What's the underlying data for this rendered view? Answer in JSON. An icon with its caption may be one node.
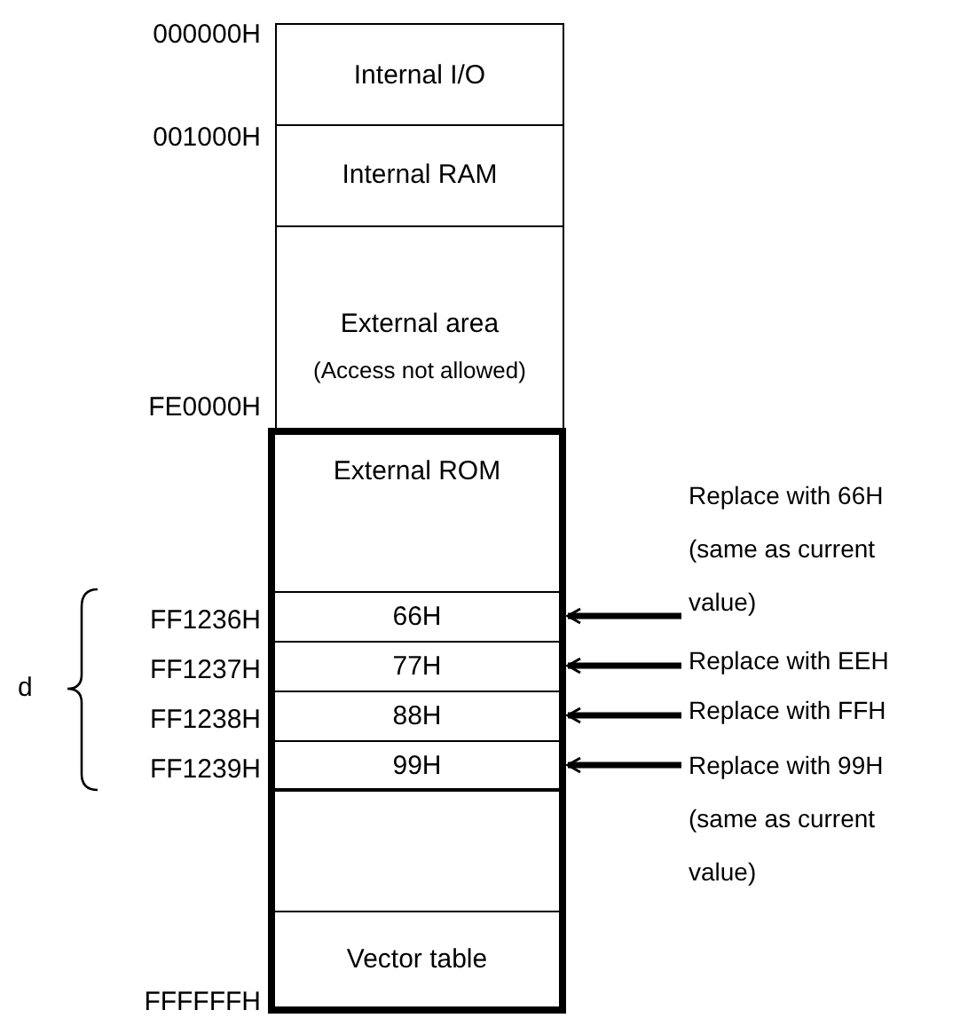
{
  "diagram": {
    "nodes": [
      {
        "text": [
          "Internal I/O"
        ]
      },
      {
        "text": [
          "Internal RAM"
        ]
      },
      {
        "text": [
          "External area",
          "(Access not allowed)"
        ]
      },
      {
        "text": [
          "External ROM"
        ]
      },
      {
        "text": [
          "66H"
        ],
        "in": 3
      },
      {
        "text": [
          "77H"
        ],
        "in": 3
      },
      {
        "text": [
          "88H"
        ],
        "in": 3
      },
      {
        "text": [
          "99H"
        ],
        "in": 3
      },
      {
        "text": [],
        "shape": "box",
        "in": 3
      },
      {
        "text": [
          "Vector table"
        ],
        "in": 3
      },
      {
        "text": [
          "Replace with 66H (same as current value)"
        ]
      },
      {
        "text": [
          "Replace with EEH"
        ]
      },
      {
        "text": [
          "Replace with FFH"
        ]
      },
      {
        "text": [
          "Replace with 99H (same as current value)"
        ]
      }
    ],
    "edges": [
      {
        "from": 10,
        "to": 4,
        "arrow": "to"
      },
      {
        "from": 11,
        "to": 5,
        "arrow": "to"
      },
      {
        "from": 12,
        "to": 6,
        "arrow": "to"
      },
      {
        "from": 13,
        "to": 7,
        "arrow": "to"
      }
    ],
    "labels": [
      "000000H",
      "001000H",
      "FE0000H",
      "FF1236H",
      "FF1237H",
      "FF1238H",
      "FF1239H",
      "FFFFFFH",
      "d"
    ]
  }
}
